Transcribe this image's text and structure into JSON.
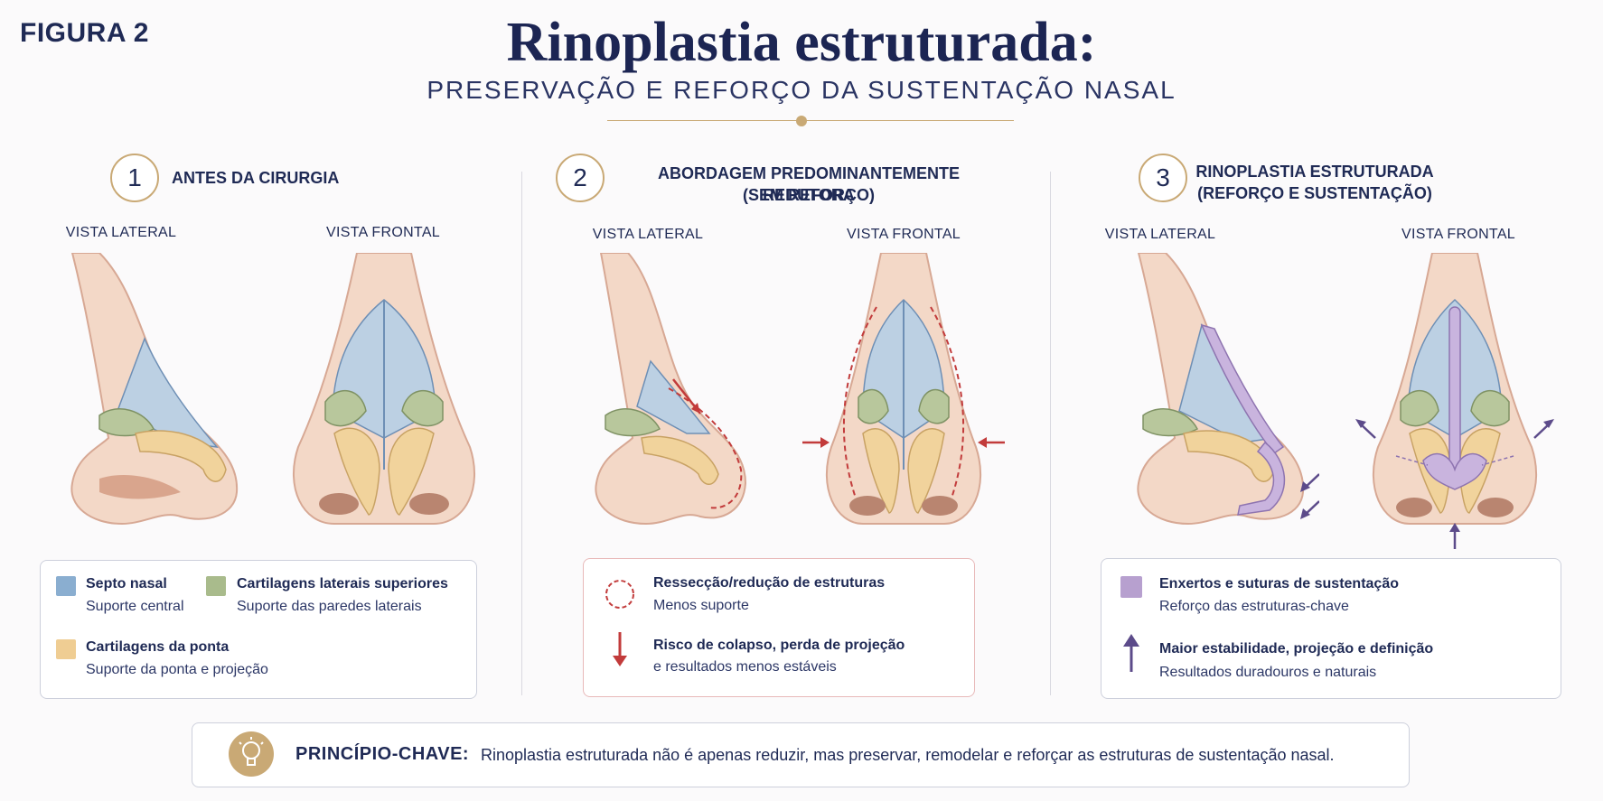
{
  "figure_label": "FIGURA 2",
  "title": "Rinoplastia estruturada:",
  "subtitle": "PRESERVAÇÃO E REFORÇO DA SUSTENTAÇÃO NASAL",
  "colors": {
    "septum": "#8aaed0",
    "upper_lateral": "#a9bb8c",
    "tip": "#efcd93",
    "graft": "#b7a0cf",
    "resection": "#c23b3b",
    "accent_gold": "#c9a975",
    "navy": "#1f2a55"
  },
  "panels": [
    {
      "number": "1",
      "title_line1": "ANTES DA CIRURGIA",
      "title_line2": "",
      "view_lateral": "VISTA LATERAL",
      "view_frontal": "VISTA FRONTAL",
      "legend": {
        "item1_title": "Septo nasal",
        "item1_sub": "Suporte central",
        "item2_title": "Cartilagens laterais superiores",
        "item2_sub": "Suporte das paredes laterais",
        "item3_title": "Cartilagens da ponta",
        "item3_sub": "Suporte da ponta e projeção"
      }
    },
    {
      "number": "2",
      "title_line1": "ABORDAGEM PREDOMINANTEMENTE REDUTORA",
      "title_line2": "(SEM REFORÇO)",
      "view_lateral": "VISTA LATERAL",
      "view_frontal": "VISTA FRONTAL",
      "legend": {
        "item1_title": "Ressecção/redução de estruturas",
        "item1_sub": "Menos suporte",
        "item2_title": "Risco de colapso, perda de projeção",
        "item2_sub": "e resultados menos estáveis"
      }
    },
    {
      "number": "3",
      "title_line1": "RINOPLASTIA ESTRUTURADA",
      "title_line2": "(REFORÇO E SUSTENTAÇÃO)",
      "view_lateral": "VISTA LATERAL",
      "view_frontal": "VISTA FRONTAL",
      "legend": {
        "item1_title": "Enxertos e suturas de sustentação",
        "item1_sub": "Reforço das estruturas-chave",
        "item2_title": "Maior estabilidade, projeção e definição",
        "item2_sub": "Resultados duradouros e naturais"
      }
    }
  ],
  "principle": {
    "label": "PRINCÍPIO-CHAVE:",
    "text": "Rinoplastia estruturada não é apenas reduzir, mas preservar, remodelar e reforçar as estruturas de sustentação nasal.",
    "icon": "lightbulb-icon"
  }
}
